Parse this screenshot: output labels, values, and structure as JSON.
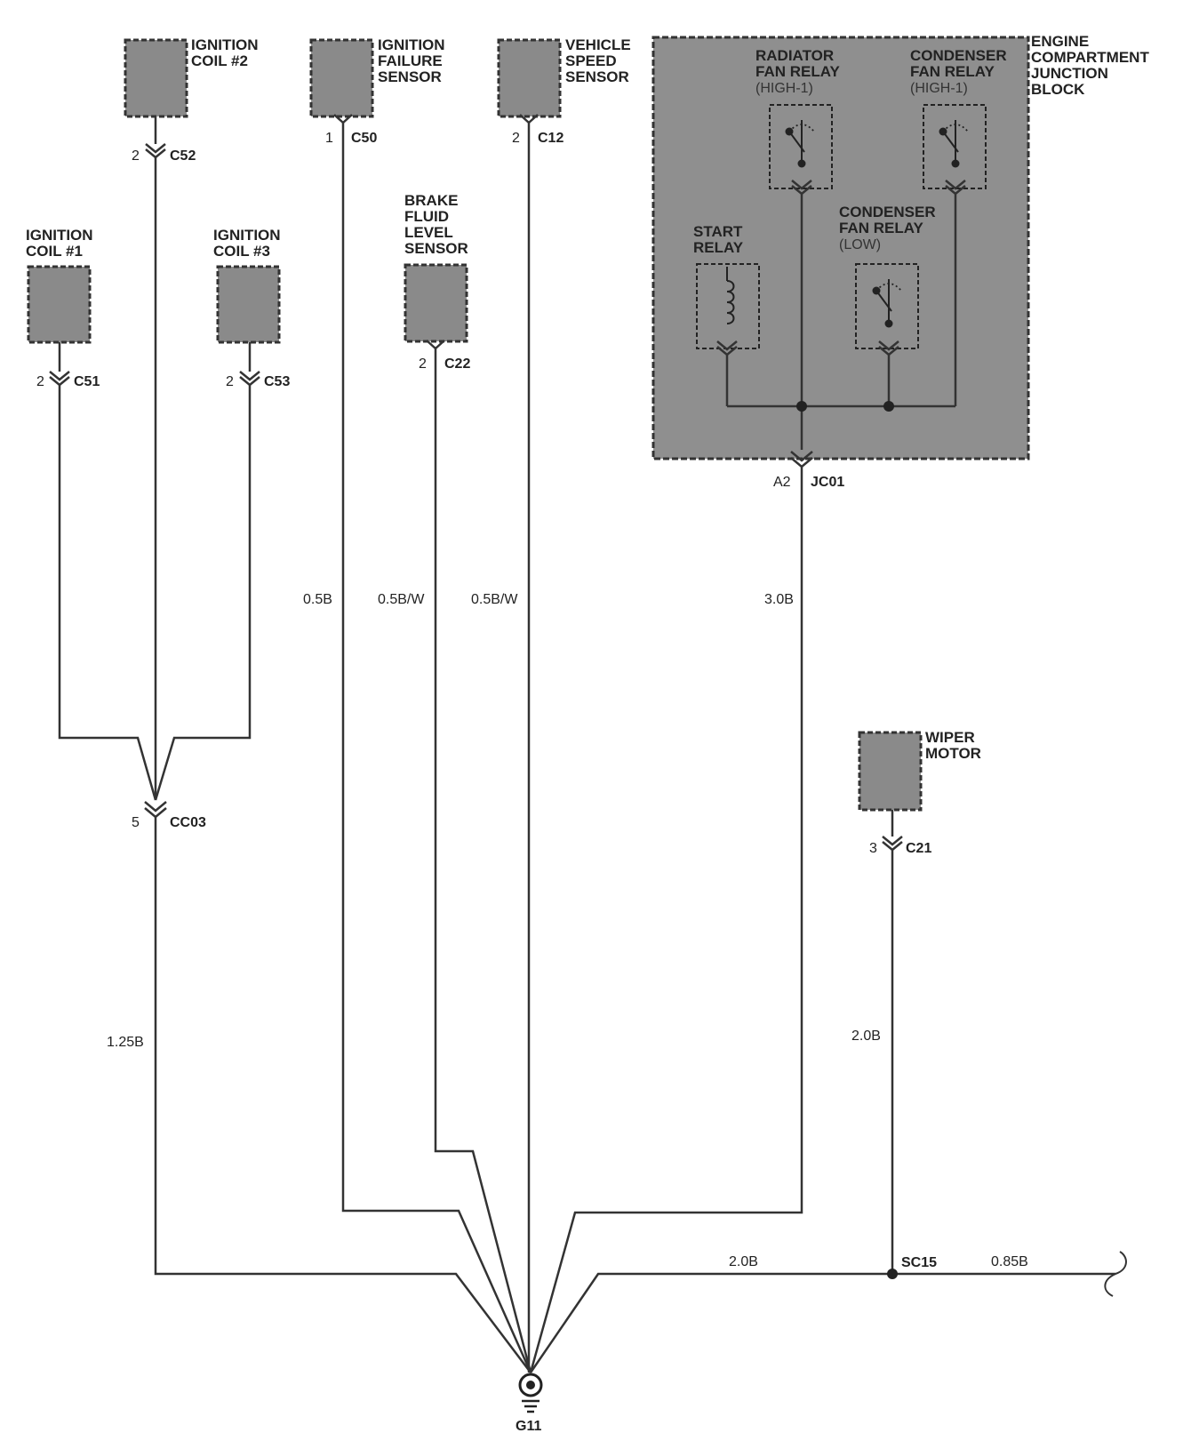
{
  "components": {
    "ignition_coil_2": {
      "line1": "IGNITION",
      "line2": "COIL #2",
      "pin": "2",
      "connector": "C52"
    },
    "ignition_failure_sensor": {
      "line1": "IGNITION",
      "line2": "FAILURE",
      "line3": "SENSOR",
      "pin": "1",
      "connector": "C50"
    },
    "vehicle_speed_sensor": {
      "line1": "VEHICLE",
      "line2": "SPEED",
      "line3": "SENSOR",
      "pin": "2",
      "connector": "C12"
    },
    "ignition_coil_1": {
      "line1": "IGNITION",
      "line2": "COIL #1",
      "pin": "2",
      "connector": "C51"
    },
    "ignition_coil_3": {
      "line1": "IGNITION",
      "line2": "COIL #3",
      "pin": "2",
      "connector": "C53"
    },
    "brake_fluid_level_sensor": {
      "line1": "BRAKE",
      "line2": "FLUID",
      "line3": "LEVEL",
      "line4": "SENSOR",
      "pin": "2",
      "connector": "C22"
    },
    "wiper_motor": {
      "line1": "WIPER",
      "line2": "MOTOR",
      "pin": "3",
      "connector": "C21"
    }
  },
  "junction_block": {
    "line1": "ENGINE",
    "line2": "COMPARTMENT",
    "line3": "JUNCTION",
    "line4": "BLOCK",
    "pin": "A2",
    "connector": "JC01",
    "radiator_fan_relay": {
      "line1": "RADIATOR",
      "line2": "FAN RELAY",
      "line3": "(HIGH-1)"
    },
    "condenser_fan_relay_high": {
      "line1": "CONDENSER",
      "line2": "FAN RELAY",
      "line3": "(HIGH-1)"
    },
    "start_relay": {
      "line1": "START",
      "line2": "RELAY"
    },
    "condenser_fan_relay_low": {
      "line1": "CONDENSER",
      "line2": "FAN RELAY",
      "line3": "(LOW)"
    }
  },
  "joint_connector": {
    "pin": "5",
    "connector": "CC03"
  },
  "wires": {
    "w_c50": "0.5B",
    "w_c22": "0.5B/W",
    "w_c12": "0.5B/W",
    "w_jc01": "3.0B",
    "w_cc03": "1.25B",
    "w_c21": "2.0B",
    "w_ground_sc15": "2.0B",
    "w_sc15_out": "0.85B"
  },
  "splice": "SC15",
  "ground": "G11"
}
